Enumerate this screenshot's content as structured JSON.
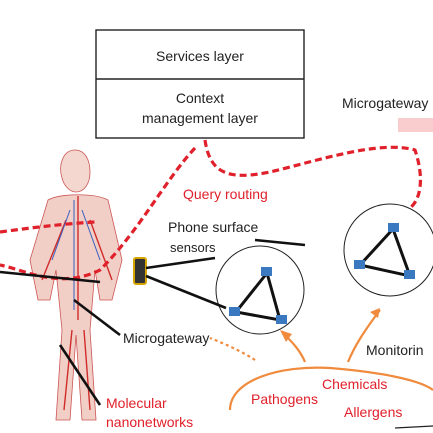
{
  "layers": {
    "services": "Services layer",
    "context_line1": "Context",
    "context_line2": "management layer"
  },
  "labels": {
    "microgateway_top": "Microgateway",
    "query_routing": "Query routing",
    "phone_surface_line1": "Phone surface",
    "phone_surface_line2": "sensors",
    "microgateway_mid": "Microgateway",
    "monitoring": "Monitorin",
    "molecular_line1": "Molecular",
    "molecular_line2": "nanonetworks",
    "pathogens": "Pathogens",
    "chemicals": "Chemicals",
    "allergens": "Allergens"
  },
  "colors": {
    "red_route": "#e0202a",
    "orange_arrow": "#f08a3c",
    "node_blue": "#3a78c0",
    "box_border": "#222222"
  }
}
